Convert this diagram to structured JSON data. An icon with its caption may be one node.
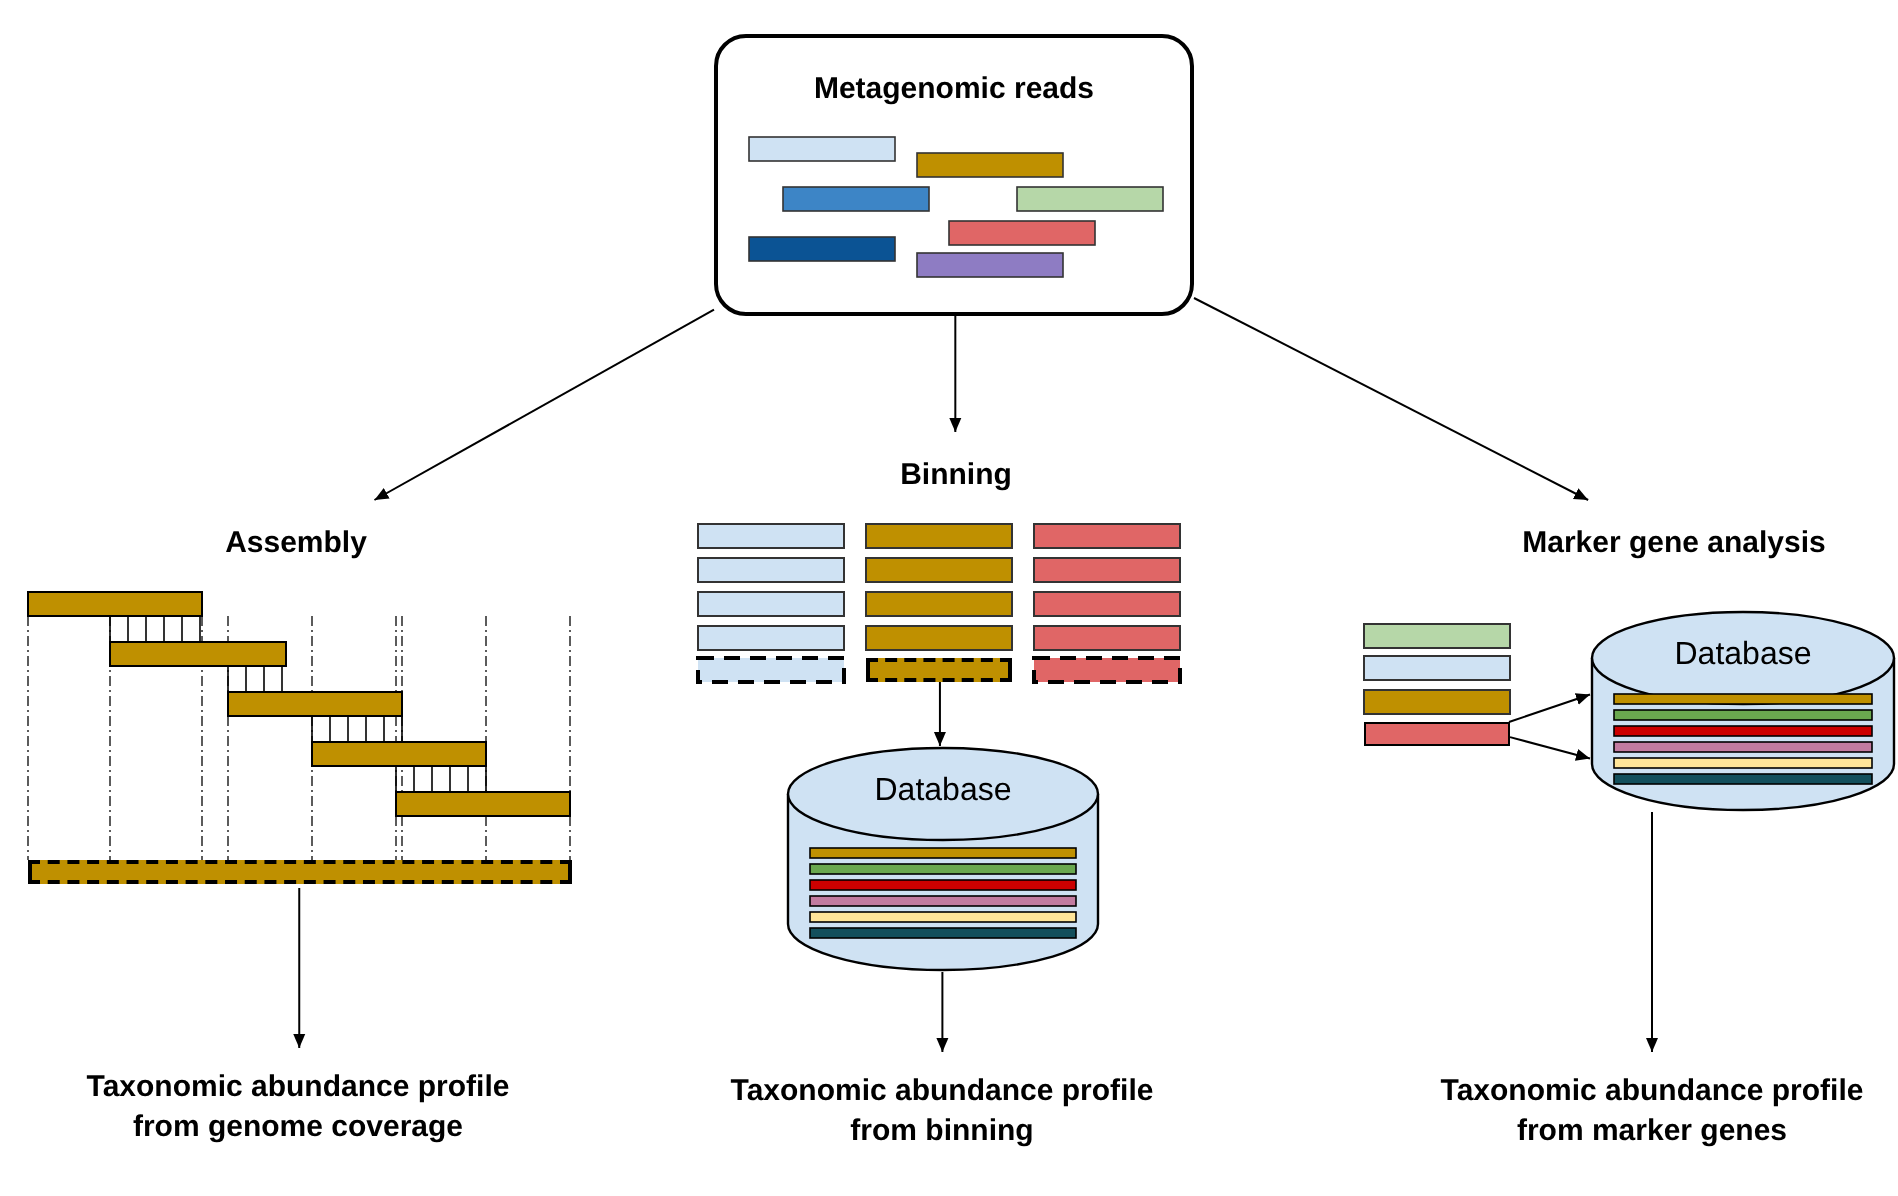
{
  "diagram": {
    "nodes": [
      {
        "text": [
          "Metagenomic reads"
        ]
      },
      {
        "text": [
          "Assembly"
        ]
      },
      {
        "text": [
          "Binning"
        ]
      },
      {
        "text": [
          "Marker gene analysis"
        ]
      },
      {
        "text": [
          "Database"
        ]
      },
      {
        "text": [
          "Database"
        ]
      },
      {
        "text": [],
        "shape": "bar"
      },
      {
        "text": [],
        "shape": "bar"
      },
      {
        "text": [],
        "shape": "bar"
      },
      {
        "text": [
          "Taxonomic abundance profile from genome coverage"
        ]
      },
      {
        "text": [
          "Taxonomic abundance profile from binning"
        ]
      },
      {
        "text": [
          "Taxonomic abundance profile from marker genes"
        ]
      }
    ],
    "edges": [
      {
        "from": 0,
        "to": 1,
        "arrow": "to"
      },
      {
        "from": 0,
        "to": 2,
        "arrow": "to"
      },
      {
        "from": 0,
        "to": 3,
        "arrow": "to"
      },
      {
        "from": 6,
        "to": 9,
        "arrow": "to"
      },
      {
        "from": 7,
        "to": 4,
        "arrow": "to"
      },
      {
        "from": 4,
        "to": 10,
        "arrow": "to"
      },
      {
        "from": 8,
        "to": 5,
        "arrow": "to"
      },
      {
        "from": 8,
        "to": 5,
        "arrow": "to"
      },
      {
        "from": 5,
        "to": 11,
        "arrow": "to"
      }
    ]
  }
}
